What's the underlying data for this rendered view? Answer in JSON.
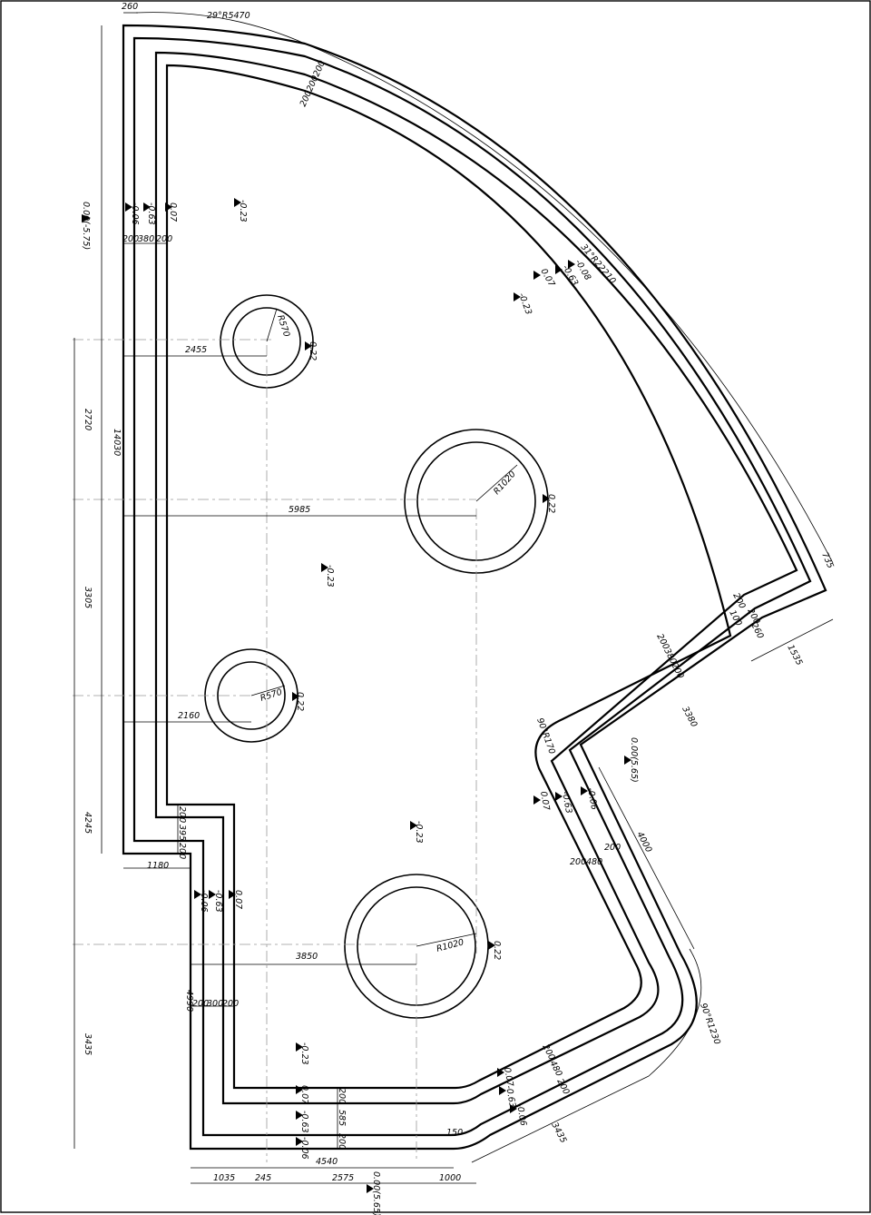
{
  "dimensions": {
    "top_260": "260",
    "arc_top": "29°R5470",
    "arc_right": "31°R22210",
    "wall_top": "200200200",
    "total_height": "14030",
    "left_a": "2720",
    "left_b": "3305",
    "left_c": "4245",
    "left_d": "3435",
    "wall_left_200a": "200",
    "wall_left_380": "380",
    "wall_left_200b": "200",
    "h_2455": "2455",
    "h_5985": "5985",
    "h_2160": "2160",
    "h_3850": "3850",
    "h_1180": "1180",
    "step_200": "200",
    "step_395": "395",
    "step_200b": "200",
    "v_4990": "4990",
    "wall_200c": "200",
    "wall_300": "300",
    "wall_200d": "200",
    "bot_200a": "200",
    "bot_585": "585",
    "bot_200b": "200",
    "b_4540": "4540",
    "b_1035": "1035",
    "b_245": "245",
    "b_2575": "2575",
    "b_1000": "1000",
    "r_735": "735",
    "r_1535": "1535",
    "r_3380": "3380",
    "r_4000": "4000",
    "r_3435": "3435",
    "r_200a": "200",
    "r_100": "100",
    "r_200b": "200",
    "r_260": "260",
    "m_200a": "200",
    "m_380": "380",
    "m_200b": "200",
    "m_200c": "200",
    "m_480": "480",
    "m_200d": "200",
    "n_200a": "200",
    "n_480": "480",
    "n_200b": "200",
    "arc_mid": "90°R170",
    "arc_low": "90°R1230",
    "arc_bot": "150"
  },
  "radii": {
    "c1": "R570",
    "c2": "R1020",
    "c3": "R570",
    "c4": "R1020"
  },
  "levels": {
    "datum_top": "0.00(-5.75)",
    "datum_mid": "0.00(5.65)",
    "datum_bot": "0.00(5.65)",
    "lv_006": "-0.06",
    "lv_063": "-0.63",
    "lv_007": "0.07",
    "lv_023": "-0.23",
    "lv_022": "0.22",
    "lv_008": "-0.08"
  }
}
